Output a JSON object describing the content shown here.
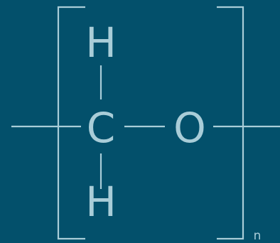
{
  "structure": {
    "atoms": {
      "top": "H",
      "center": "C",
      "right": "O",
      "bottom": "H"
    },
    "subscript": "n"
  },
  "colors": {
    "background": "#03506b",
    "ink": "#a9cdd8"
  }
}
